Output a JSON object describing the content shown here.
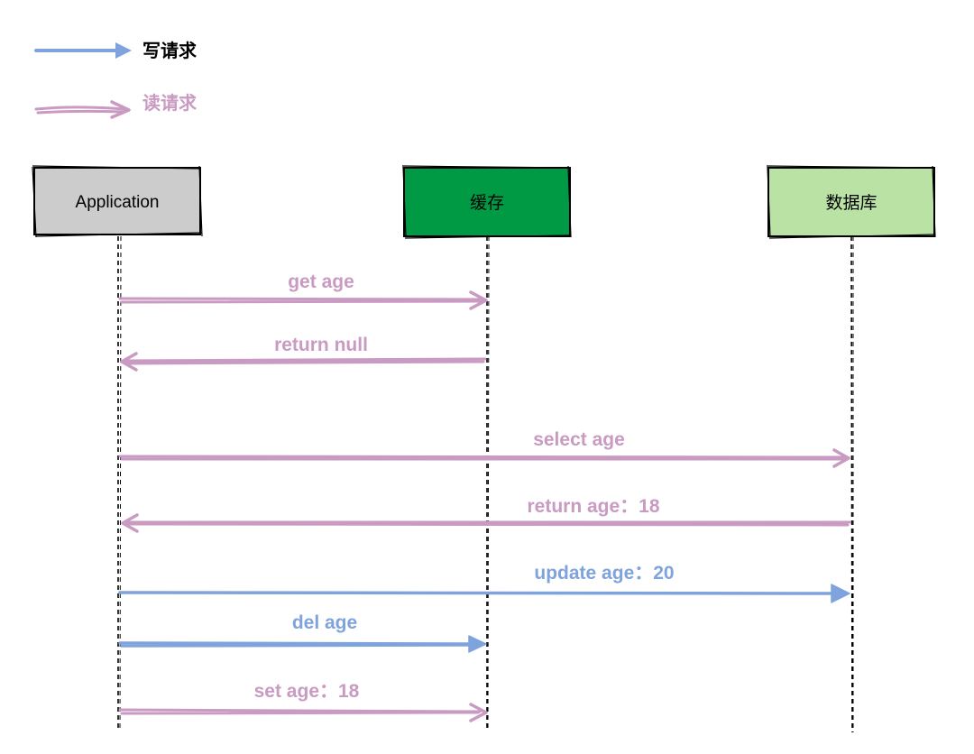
{
  "legend": [
    {
      "label": "写请求",
      "kind": "write"
    },
    {
      "label": "读请求",
      "kind": "read"
    }
  ],
  "colors": {
    "write": "#7fa3dc",
    "read": "#c99ac2",
    "write_text": "#000000",
    "read_text": "#c99ac2",
    "application_fill": "#cccccc",
    "cache_fill": "#009a44",
    "database_fill": "#b9e2a4",
    "box_stroke": "#000000"
  },
  "participants": [
    {
      "id": "application",
      "label": "Application"
    },
    {
      "id": "cache",
      "label": "缓存"
    },
    {
      "id": "database",
      "label": "数据库"
    }
  ],
  "messages": [
    {
      "label": "get age",
      "from": "application",
      "to": "cache",
      "kind": "read"
    },
    {
      "label": "return null",
      "from": "cache",
      "to": "application",
      "kind": "read"
    },
    {
      "label": "select age",
      "from": "application",
      "to": "database",
      "kind": "read"
    },
    {
      "label": "return age：18",
      "from": "database",
      "to": "application",
      "kind": "read"
    },
    {
      "label": "update age：20",
      "from": "application",
      "to": "database",
      "kind": "write"
    },
    {
      "label": "del age",
      "from": "application",
      "to": "cache",
      "kind": "write"
    },
    {
      "label": "set age：18",
      "from": "application",
      "to": "cache",
      "kind": "read"
    }
  ]
}
